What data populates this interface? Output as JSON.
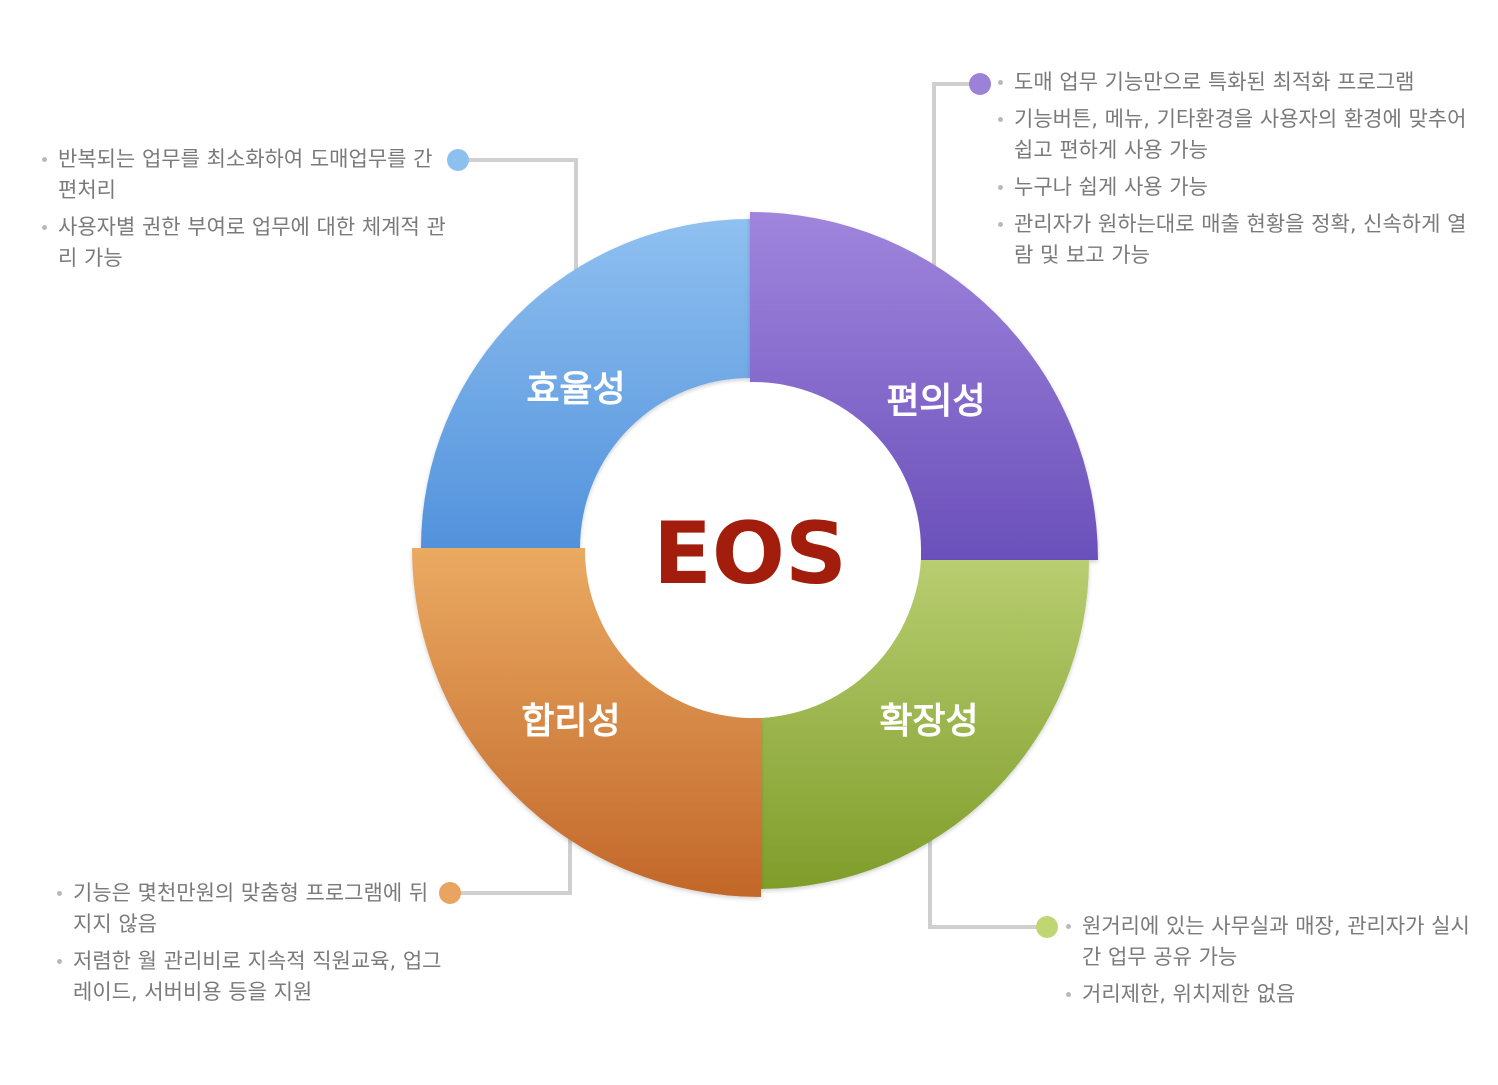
{
  "center": {
    "label": "EOS",
    "color": "#a21d0c"
  },
  "quadrants": {
    "efficiency": {
      "label": "효율성",
      "color_top": "#8fc0f0",
      "color_bottom": "#5292dc",
      "dot_color": "#8cc0ee",
      "descriptions": [
        "반복되는 업무를 최소화하여 도매업무를 간편처리",
        "사용자별 권한 부여로 업무에 대한 체계적 관리 가능"
      ]
    },
    "convenience": {
      "label": "편의성",
      "color_top": "#a085dd",
      "color_bottom": "#6a50ba",
      "dot_color": "#9b82d8",
      "descriptions": [
        "도매 업무 기능만으로 특화된 최적화 프로그램",
        "기능버튼, 메뉴, 기타환경을 사용자의 환경에 맞추어 쉽고 편하게 사용 가능",
        "누구나 쉽게 사용 가능",
        "관리자가 원하는대로 매출 현황을 정확, 신속하게 열람 및 보고 가능"
      ]
    },
    "scalability": {
      "label": "확장성",
      "color_top": "#b8cd70",
      "color_bottom": "#7f9d2a",
      "dot_color": "#c0d672",
      "descriptions": [
        "원거리에 있는 사무실과 매장, 관리자가 실시간 업무 공유 가능",
        "거리제한, 위치제한 없음"
      ]
    },
    "rationality": {
      "label": "합리성",
      "color_top": "#eaaa62",
      "color_bottom": "#c2672a",
      "dot_color": "#e8a460",
      "descriptions": [
        "기능은 몇천만원의 맞춤형 프로그램에 뒤지지 않음",
        "저렴한 월 관리비로 지속적 직원교육, 업그레이드, 서버비용 등을 지원"
      ]
    }
  },
  "connector_color": "#cfcfcf"
}
